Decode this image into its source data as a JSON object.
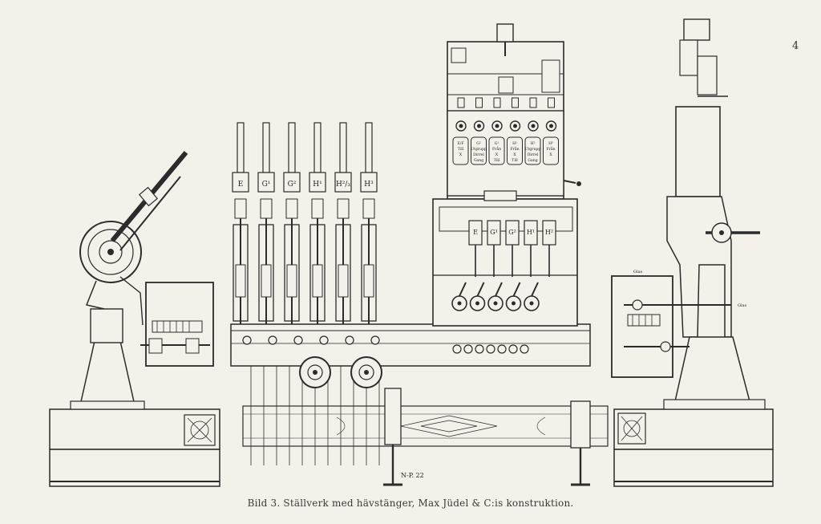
{
  "caption": "Bild 3.   Ställverk med hävstänger, Max Jüdel & C:is konstruktion.",
  "page_number": "4",
  "drawing": {
    "lever_labels": [
      "E",
      "G¹",
      "G²",
      "H¹",
      "H²/₃",
      "H³"
    ],
    "slide_labels": [
      "E",
      "G¹",
      "G²",
      "H¹",
      "H²"
    ],
    "panel_labels": [
      "E/F Till X",
      "G² Utgrupp Dirrel Gang",
      "G¹ Från X Till spår 3",
      "H¹ Från X Till spår 3",
      "H² Utgrupp Dirrel Gang",
      "H³ Från X"
    ],
    "ground_mark": "N-P. 22",
    "side_label_left": "Glas",
    "side_label_right": "Glas"
  },
  "colors": {
    "ink": "#2b2b2b",
    "paper": "#f3f1ea"
  }
}
